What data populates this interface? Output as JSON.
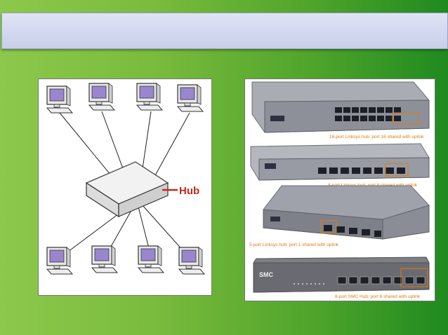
{
  "slide": {
    "title": "",
    "colors": {
      "background_left": "#8cc84b",
      "background_right": "#1f8a1f",
      "title_bar": "#d6dbf0",
      "caption": "#e07a10",
      "hub_label": "#c22a1a"
    }
  },
  "diagram": {
    "hub_label": "Hub",
    "icons": [
      "computer-icon",
      "hub-device-icon"
    ]
  },
  "photos": {
    "captions": [
      "16-port Linksys hub: port 16 shared with uplink",
      "8-port Linksys hub: port 8 shared with uplink",
      "5-port Linksys hub: port 1 shared with uplink",
      "8-port SMC Hub: port 8 shared with uplink"
    ],
    "brands": [
      "SMC"
    ]
  }
}
